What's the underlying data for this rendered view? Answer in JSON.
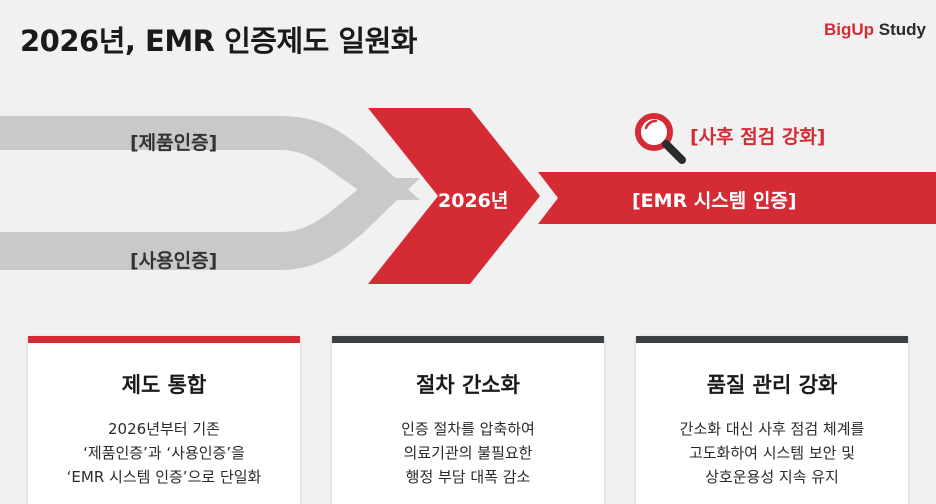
{
  "header": {
    "title": "2026년, EMR 인증제도 일원화",
    "brand_part1": "BigUp",
    "brand_part2": "Study"
  },
  "flow": {
    "input_top": "[제품인증]",
    "input_bottom": "[사용인증]",
    "merge_label": "2026년",
    "output_label": "[EMR 시스템 인증]",
    "annotation": "[사후 점검 강화]"
  },
  "colors": {
    "accent_red": "#d52b35",
    "dark_bar": "#3b3f46",
    "gray_arrow": "#c9c9c9"
  },
  "icons": {
    "annotation_icon": "magnifier-icon"
  },
  "cards": [
    {
      "title": "제도 통합",
      "lines": [
        "2026년부터 기존",
        "‘제품인증’과 ‘사용인증’을",
        "‘EMR 시스템 인증’으로 단일화"
      ]
    },
    {
      "title": "절차 간소화",
      "lines": [
        "인증 절차를 압축하여",
        "의료기관의 불필요한",
        "행정 부담 대폭 감소"
      ]
    },
    {
      "title": "품질 관리 강화",
      "lines": [
        "간소화 대신 사후 점검 체계를",
        "고도화하여 시스템 보안 및",
        "상호운용성 지속 유지"
      ]
    }
  ]
}
